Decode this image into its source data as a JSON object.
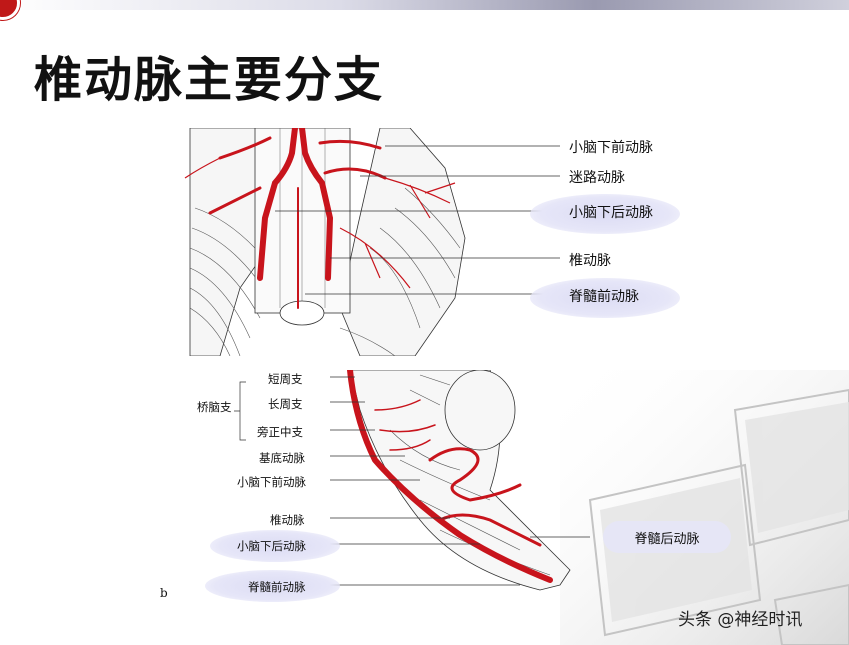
{
  "slide": {
    "title": "椎动脉主要分支",
    "watermark": "头条 @神经时讯"
  },
  "figure_top": {
    "labels": [
      "小脑下前动脉",
      "迷路动脉",
      "小脑下后动脉",
      "椎动脉",
      "脊髓前动脉"
    ]
  },
  "figure_bottom": {
    "group_label": "桥脑支",
    "group_items": [
      "短周支",
      "长周支",
      "旁正中支"
    ],
    "labels": [
      "基底动脉",
      "小脑下前动脉",
      "椎动脉",
      "小脑下后动脉",
      "脊髓前动脉"
    ],
    "panel_letter": "b",
    "callout": "脊髓后动脉"
  },
  "colors": {
    "artery": "#c8141c",
    "highlight": "#e4e4f6",
    "title": "#111111"
  }
}
